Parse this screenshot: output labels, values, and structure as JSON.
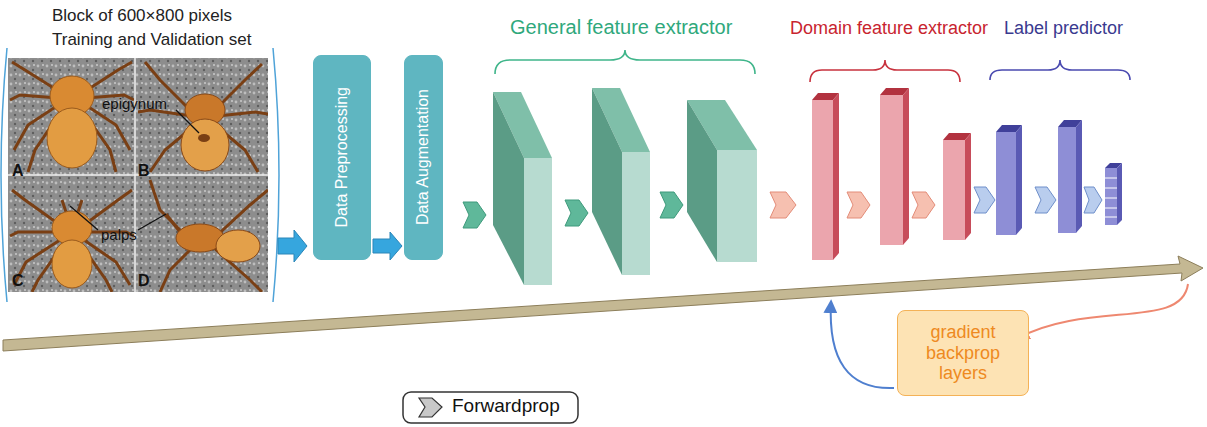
{
  "diagram": {
    "nodes": [
      {
        "text": [
          "Data Preprocessing"
        ]
      },
      {
        "text": [
          "Data Augmentation"
        ]
      },
      {
        "text": [
          "gradient backprop layers"
        ]
      }
    ],
    "edges": [
      {
        "from": 0,
        "to": 1,
        "arrow": "to"
      }
    ],
    "labels": [
      "Block of 600×800 pixels",
      "Training and Validation set",
      "epigynum",
      "A",
      "B",
      "palps",
      "C",
      "D",
      "General feature extractor",
      "Domain feature extractor",
      "Label predictor"
    ],
    "legend": [
      {
        "text": "Forwardprop"
      }
    ]
  }
}
